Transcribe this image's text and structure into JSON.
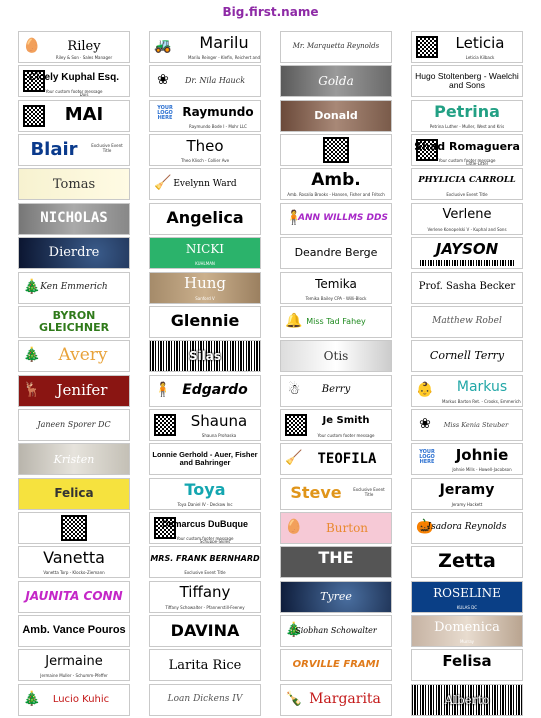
{
  "page_title": "Big.first.name",
  "columns": [
    [
      {
        "name": "Riley",
        "sub": "Riley & Son · Sales Manager",
        "style": "s-riley",
        "icon": "egg-icon"
      },
      {
        "name": "Cicely Kuphal Esq.",
        "sub": "Your custom footer message",
        "sub2": "Duis",
        "style": "s-cicely",
        "icon": "qr-icon"
      },
      {
        "name": "MAI",
        "sub": "",
        "style": "s-mai",
        "icon": "qr-icon"
      },
      {
        "name": "Blair",
        "sub": "Exclusive Event Title",
        "style": "s-blair"
      },
      {
        "name": "Tomas",
        "sub": "",
        "style": "s-tomas"
      },
      {
        "name": "NICHOLAS",
        "sub": "",
        "style": "s-nicholas"
      },
      {
        "name": "Dierdre",
        "sub": "",
        "style": "s-dierdre"
      },
      {
        "name": "Ken Emmerich",
        "sub": "",
        "style": "s-ken",
        "icon": "tree-icon"
      },
      {
        "name": "BYRON GLEICHNER",
        "sub": "",
        "style": "s-byron"
      },
      {
        "name": "Avery",
        "sub": "",
        "style": "s-avery",
        "icon": "tree-icon"
      },
      {
        "name": "Jenifer",
        "sub": "",
        "style": "s-jenifer",
        "icon": "reindeer-icon"
      },
      {
        "name": "Janeen Sporer DC",
        "sub": "",
        "style": "s-janeen"
      },
      {
        "name": "Kristen",
        "sub": "",
        "style": "s-kristen"
      },
      {
        "name": "Felica",
        "sub": "",
        "style": "s-felica"
      },
      {
        "name": "",
        "sub": "",
        "style": "s-qronly",
        "icon": "qr-icon"
      },
      {
        "name": "Vanetta",
        "sub": "Vanetta Torp - Klocko-Ziemann",
        "style": "s-vanetta"
      },
      {
        "name": "JAUNITA CONN",
        "sub": "",
        "style": "s-jaunita"
      },
      {
        "name": "Amb. Vance Pouros",
        "sub": "",
        "style": "s-vance"
      },
      {
        "name": "Jermaine",
        "sub": "Jermaine Muller - Schumm-Pfeffer",
        "style": "s-jermaine"
      },
      {
        "name": "Lucio Kuhic",
        "sub": "",
        "style": "s-lucio",
        "icon": "tree-icon"
      }
    ],
    [
      {
        "name": "Marilu",
        "sub": "Marilu Reinger - Klefin, Reichert and Herzog",
        "style": "s-marilu",
        "icon": "excavator-icon"
      },
      {
        "name": "Dr. Nila Hauck",
        "sub": "",
        "style": "s-nila",
        "icon": "logo-icon"
      },
      {
        "name": "Raymundo",
        "sub": "Raymundo Bode I - Mohr LLC",
        "style": "s-raymundo",
        "icon": "your-logo-icon",
        "logo": "YOUR LOGO HERE"
      },
      {
        "name": "Theo",
        "sub": "Theo Klisch - Collier Ave",
        "style": "s-theo"
      },
      {
        "name": "Evelynn Ward",
        "sub": "",
        "style": "s-evelynn",
        "icon": "witch-icon"
      },
      {
        "name": "Angelica",
        "sub": "",
        "style": "s-angelica"
      },
      {
        "name": "NICKI",
        "sub": "KUHLMAN",
        "style": "s-nicki"
      },
      {
        "name": "Hung",
        "sub": "Sanford V",
        "style": "s-hung"
      },
      {
        "name": "Glennie",
        "sub": "",
        "style": "s-glennie"
      },
      {
        "name": "Silas",
        "sub": "",
        "style": "s-silas"
      },
      {
        "name": "Edgardo",
        "sub": "",
        "style": "s-edgardo",
        "icon": "person-icon"
      },
      {
        "name": "Shauna",
        "sub": "Shauna Prohaska",
        "style": "s-shauna",
        "icon": "qr-icon"
      },
      {
        "name": "Lonnie Gerhold - Auer, Fisher and Bahringer",
        "sub": "",
        "style": "s-lonnie"
      },
      {
        "name": "Toya",
        "sub": "Toya Daniel IV - Deckow Inc",
        "style": "s-toya"
      },
      {
        "name": "Demarcus DuBuque",
        "sub": "Your custom footer message",
        "sub2": "Schuppe-Skiles",
        "style": "s-demarcus",
        "icon": "qr-icon"
      },
      {
        "name": "MRS. FRANK BERNHARD",
        "sub": "Exclusive Event Title",
        "style": "s-frank"
      },
      {
        "name": "Tiffany",
        "sub": "Tiffany Schowalter - Pfannerstill-Feeney",
        "style": "s-tiffany"
      },
      {
        "name": "DAVINA",
        "sub": "",
        "style": "s-davina"
      },
      {
        "name": "Larita Rice",
        "sub": "",
        "style": "s-larita"
      },
      {
        "name": "Loan Dickens IV",
        "sub": "",
        "style": "s-loan"
      }
    ],
    [
      {
        "name": "Mr. Marquetta Reynolds",
        "sub": "",
        "style": "s-marquetta"
      },
      {
        "name": "Golda",
        "sub": "",
        "style": "s-golda"
      },
      {
        "name": "Donald",
        "sub": "",
        "style": "s-donald"
      },
      {
        "name": "",
        "sub": "",
        "style": "s-qronly",
        "icon": "qr-icon"
      },
      {
        "name": "Amb.",
        "sub": "Amb. Rosalia Brooks - Hansen, Fisher and Fritsch",
        "style": "s-amb",
        "icon": "qr-icon"
      },
      {
        "name": "ANN WILLMS DDS",
        "sub": "",
        "style": "s-ann",
        "icon": "person-icon"
      },
      {
        "name": "Deandre Berge",
        "sub": "",
        "style": "s-deandre"
      },
      {
        "name": "Temika",
        "sub": "Temika Bailey CPA - Willi-Block",
        "style": "s-temika"
      },
      {
        "name": "Miss Tad Fahey",
        "sub": "",
        "style": "s-tad",
        "icon": "bell-icon"
      },
      {
        "name": "Otis",
        "sub": "",
        "style": "s-otis"
      },
      {
        "name": "Berry",
        "sub": "",
        "style": "s-berry",
        "icon": "snowman-icon"
      },
      {
        "name": "Je Smith",
        "sub": "Your custom footer message",
        "style": "s-jesmith",
        "icon": "qr-icon"
      },
      {
        "name": "TEOFILA",
        "sub": "",
        "style": "s-teofila",
        "icon": "witch-icon"
      },
      {
        "name": "Steve",
        "sub": "Exclusive Event Title",
        "style": "s-steve"
      },
      {
        "name": "Burton",
        "sub": "",
        "style": "s-burton",
        "icon": "egg-icon"
      },
      {
        "name": "THE",
        "sub": "",
        "style": "s-the"
      },
      {
        "name": "Tyree",
        "sub": "",
        "style": "s-tyree"
      },
      {
        "name": "Siobhan Schowalter",
        "sub": "",
        "style": "s-siobhan",
        "icon": "tree-icon"
      },
      {
        "name": "ORVILLE FRAMI",
        "sub": "",
        "style": "s-orville"
      },
      {
        "name": "Margarita",
        "sub": "",
        "style": "s-margarita",
        "icon": "bottle-icon"
      }
    ],
    [
      {
        "name": "Leticia",
        "sub": "Leticia Kilback",
        "style": "s-leticia",
        "icon": "qr-icon"
      },
      {
        "name": "Hugo Stoltenberg - Waelchi and Sons",
        "sub": "",
        "style": "s-hugo"
      },
      {
        "name": "Petrina",
        "sub": "Petrina Luther - Muller, West and Kris",
        "style": "s-petrina"
      },
      {
        "name": "Shad Romaguera",
        "sub": "Your custom footer message",
        "sub2": "Little-Littel",
        "style": "s-shad",
        "icon": "qr-icon"
      },
      {
        "name": "PHYLICIA CARROLL",
        "sub": "Exclusive Event Title",
        "style": "s-phylicia"
      },
      {
        "name": "Verlene",
        "sub": "Verlene Konopelski V - Kuphal and Sons",
        "style": "s-verlene"
      },
      {
        "name": "JAYSON",
        "sub": "",
        "style": "s-jayson"
      },
      {
        "name": "Prof. Sasha Becker",
        "sub": "",
        "style": "s-sasha"
      },
      {
        "name": "Matthew Robel",
        "sub": "",
        "style": "s-matthew"
      },
      {
        "name": "Cornell Terry",
        "sub": "",
        "style": "s-cornell"
      },
      {
        "name": "Markus",
        "sub": "Markus Barton Ret. - Crooks, Emmerich and Yundt",
        "style": "s-markus",
        "icon": "baby-icon"
      },
      {
        "name": "Miss Kenia Steuber",
        "sub": "",
        "style": "s-kenia",
        "icon": "logo-icon"
      },
      {
        "name": "Johnie",
        "sub": "Johnie Mills - Howell-Jacobson",
        "style": "s-johnie",
        "icon": "your-logo-icon",
        "logo": "YOUR LOGO HERE"
      },
      {
        "name": "Jeramy",
        "sub": "Jeramy Hackett",
        "style": "s-jeramy"
      },
      {
        "name": "Isadora Reynolds",
        "sub": "",
        "style": "s-isadora",
        "icon": "pumpkin-icon"
      },
      {
        "name": "Zetta",
        "sub": "",
        "style": "s-zetta"
      },
      {
        "name": "ROSELINE",
        "sub": "KULAS DC",
        "style": "s-roseline"
      },
      {
        "name": "Domenica",
        "sub": "Murray",
        "style": "s-domenica"
      },
      {
        "name": "Felisa",
        "sub": "",
        "style": "s-felisa"
      },
      {
        "name": "Alberto",
        "sub": "",
        "style": "s-alberto"
      }
    ]
  ]
}
